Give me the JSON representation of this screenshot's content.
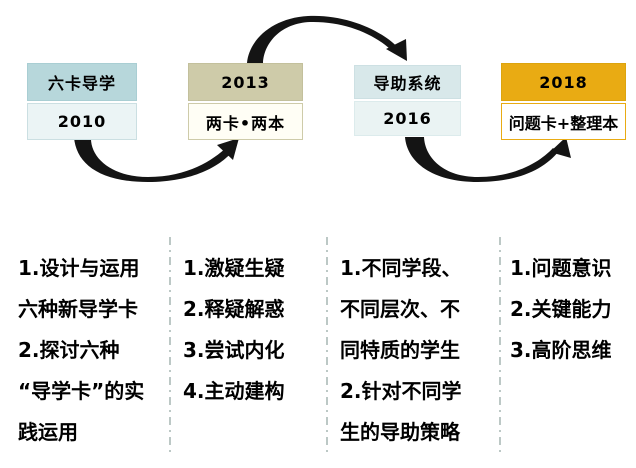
{
  "timeline": {
    "arrow_color": "#141414",
    "boxes": [
      {
        "header": "六卡导学",
        "body": "2010",
        "header_bg": "#b7d7db",
        "header_border": "#a9ced3",
        "body_bg": "#ebf4f5",
        "body_border": "#cbdfe2"
      },
      {
        "header": "2013",
        "body": "两卡•两本",
        "header_bg": "#cecba9",
        "header_border": "#c3c09c",
        "body_bg": "#fffef5",
        "body_border": "#cecba9"
      },
      {
        "header": "导助系统",
        "body": "2016",
        "header_bg": "#d8e8ea",
        "header_border": "#cde0e3",
        "body_bg": "#eaf3f3",
        "body_border": "#dcebec"
      },
      {
        "header": "2018",
        "body": "问题卡+整理本",
        "header_bg": "#e9ab13",
        "header_border": "#dca40f",
        "body_bg": "#ffffff",
        "body_border": "#e9ab13"
      }
    ],
    "arrows": [
      {
        "from": "2010",
        "to": "2013"
      },
      {
        "from": "2013",
        "to": "2016"
      },
      {
        "from": "2016",
        "to": "2018"
      }
    ]
  },
  "details": {
    "separator_color": "#8fa49f",
    "columns": [
      {
        "lines": [
          "1.设计与运用",
          "六种新导学卡",
          "2.探讨六种",
          "“导学卡”的实",
          "践运用"
        ]
      },
      {
        "lines": [
          "1.激疑生疑",
          "2.释疑解惑",
          "3.尝试内化",
          "4.主动建构"
        ]
      },
      {
        "lines": [
          "1.不同学段、",
          "不同层次、不",
          "同特质的学生",
          "2.针对不同学",
          "生的导助策略"
        ]
      },
      {
        "lines": [
          "1.问题意识",
          "2.关键能力",
          "3.高阶思维"
        ]
      }
    ]
  }
}
